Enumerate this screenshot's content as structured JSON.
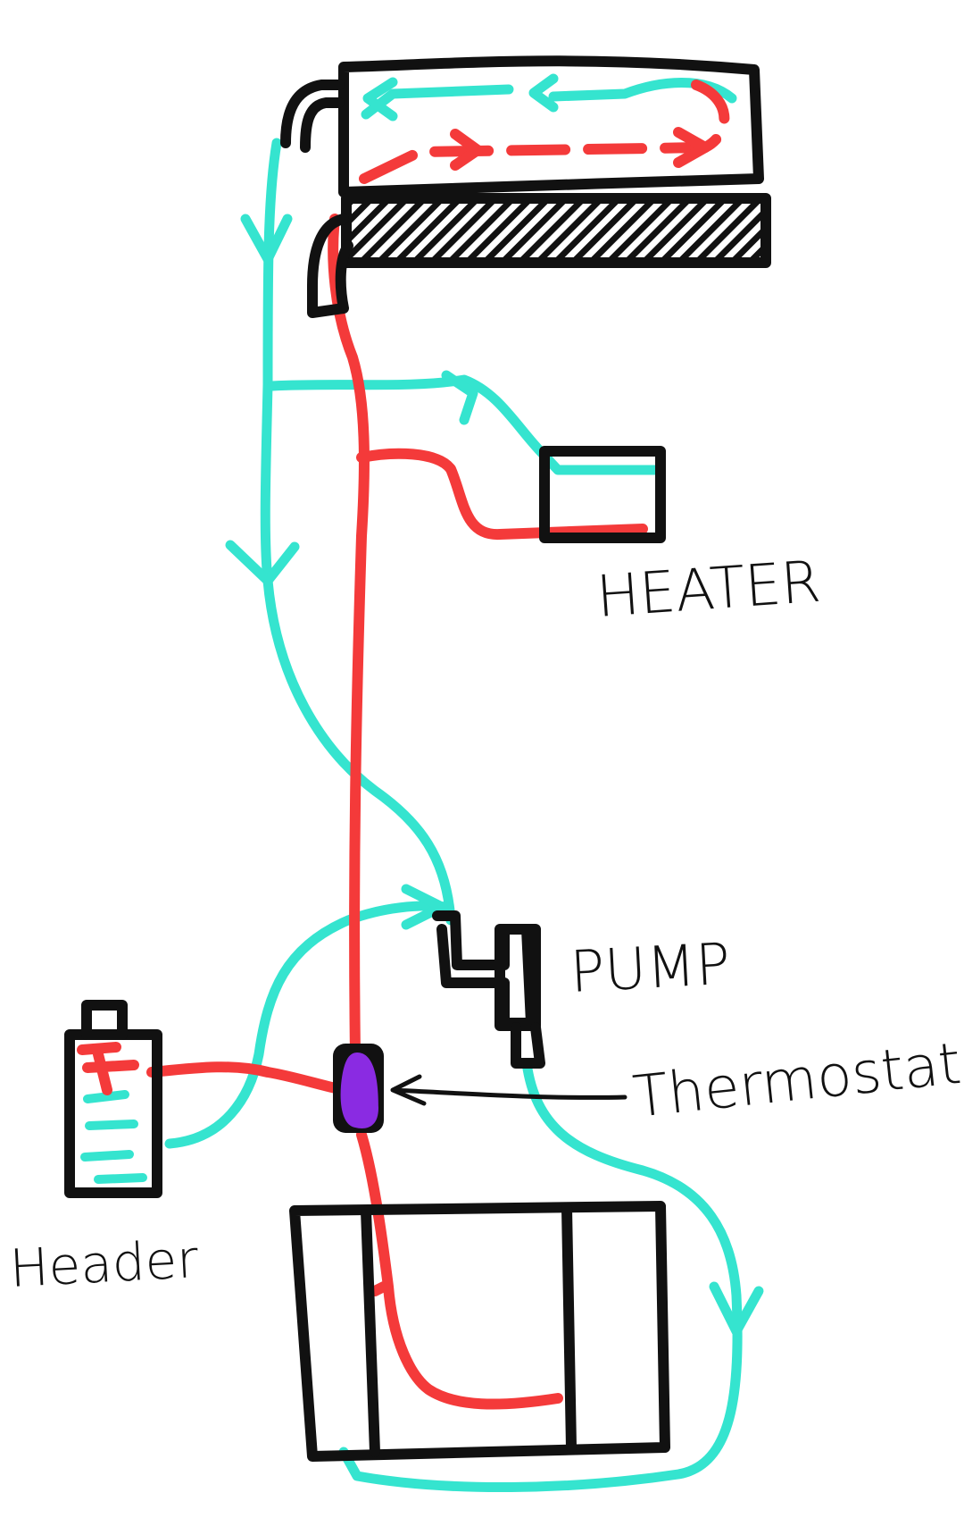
{
  "diagram": {
    "labels": {
      "heater": "HEATER",
      "pump": "PUMP",
      "thermostat": "Thermostat",
      "header": "Header"
    },
    "colors": {
      "background": "#ffffff",
      "outline": "#111111",
      "hot_flow": "#f43a3a",
      "cold_flow": "#35e4cf",
      "thermostat_fill": "#8a2be2"
    }
  }
}
